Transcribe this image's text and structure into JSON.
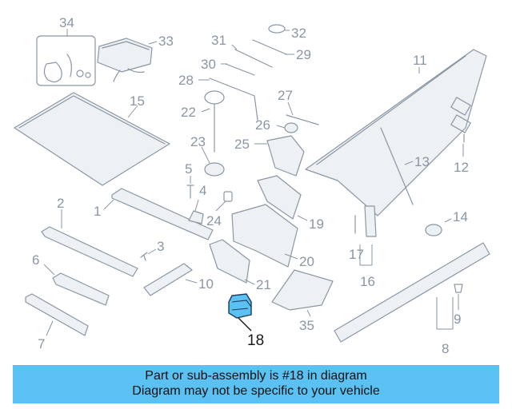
{
  "diagram": {
    "highlight_color": "#5bc0f2",
    "highlighted_part": "18",
    "callouts": [
      "1",
      "2",
      "3",
      "4",
      "5",
      "6",
      "7",
      "8",
      "9",
      "10",
      "11",
      "12",
      "13",
      "14",
      "15",
      "16",
      "17",
      "18",
      "19",
      "20",
      "21",
      "22",
      "23",
      "24",
      "25",
      "26",
      "27",
      "28",
      "29",
      "30",
      "31",
      "32",
      "33",
      "34",
      "35"
    ]
  },
  "banner": {
    "background": "#5bc0f2",
    "line1": "Part or sub-assembly is #18 in diagram",
    "line2": "Diagram may not be specific to your vehicle"
  }
}
